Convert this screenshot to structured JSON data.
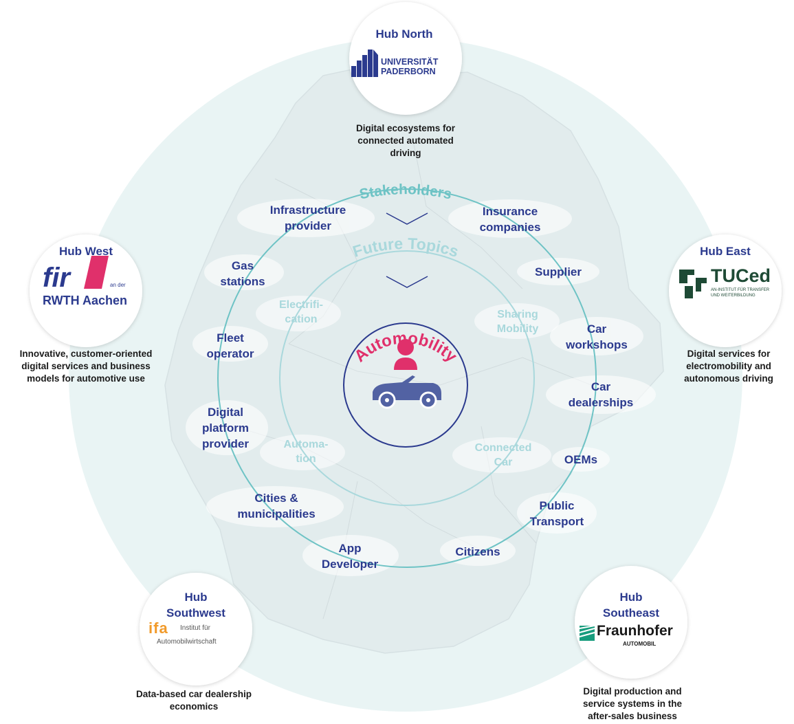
{
  "colors": {
    "navy": "#2b3a8e",
    "teal": "#6ec3c5",
    "teal_light": "#a9d8dc",
    "magenta": "#e0306b",
    "car": "#5262a3",
    "bg_disc": "#e9f4f4"
  },
  "rings": {
    "stakeholders_label": "Stakeholders",
    "future_topics_label": "Future Topics",
    "center_label": "Automobility"
  },
  "icons": [
    "person-icon",
    "car-icon",
    "chevron-down-icon"
  ],
  "stakeholders": [
    {
      "id": "infrastructure",
      "line1": "Infrastructure",
      "line2": "provider",
      "line3": ""
    },
    {
      "id": "insurance",
      "line1": "Insurance",
      "line2": "companies",
      "line3": ""
    },
    {
      "id": "gas",
      "line1": "Gas",
      "line2": "stations",
      "line3": ""
    },
    {
      "id": "supplier",
      "line1": "Supplier",
      "line2": "",
      "line3": ""
    },
    {
      "id": "fleet",
      "line1": "Fleet",
      "line2": "operator",
      "line3": ""
    },
    {
      "id": "workshops",
      "line1": "Car",
      "line2": "workshops",
      "line3": ""
    },
    {
      "id": "dealerships",
      "line1": "Car",
      "line2": "dealerships",
      "line3": ""
    },
    {
      "id": "platform",
      "line1": "Digital",
      "line2": "platform",
      "line3": "provider"
    },
    {
      "id": "oems",
      "line1": "OEMs",
      "line2": "",
      "line3": ""
    },
    {
      "id": "cities",
      "line1": "Cities &",
      "line2": "municipalities",
      "line3": ""
    },
    {
      "id": "public",
      "line1": "Public",
      "line2": "Transport",
      "line3": ""
    },
    {
      "id": "app",
      "line1": "App",
      "line2": "Developer",
      "line3": ""
    },
    {
      "id": "citizens",
      "line1": "Citizens",
      "line2": "",
      "line3": ""
    }
  ],
  "topics": [
    {
      "id": "electrification",
      "line1": "Electrifi-",
      "line2": "cation"
    },
    {
      "id": "sharing",
      "line1": "Sharing",
      "line2": "Mobility"
    },
    {
      "id": "automation",
      "line1": "Automa-",
      "line2": "tion"
    },
    {
      "id": "connected",
      "line1": "Connected",
      "line2": "Car"
    }
  ],
  "hubs": {
    "north": {
      "title": "Hub North",
      "logo_line1": "UNIVERSITÄT",
      "logo_line2": "PADERBORN",
      "desc1": "Digital ecosystems for",
      "desc2": "connected automated",
      "desc3": "driving"
    },
    "west": {
      "title": "Hub West",
      "logo_mark": "fir",
      "logo_small1": "an der",
      "logo_line2": "RWTH Aachen",
      "desc1": "Innovative, customer-oriented",
      "desc2": "digital services and business",
      "desc3": "models for automotive use"
    },
    "east": {
      "title": "Hub East",
      "logo_line1": "TUCed",
      "logo_small1": "AN-INSTITUT FÜR TRANSFER",
      "logo_small2": "UND WEITERBILDUNG",
      "desc1": "Digital services for",
      "desc2": "electromobility and",
      "desc3": "autonomous driving"
    },
    "southwest": {
      "title1": "Hub",
      "title2": "Southwest",
      "logo_mark": "ifa",
      "logo_line1": "Institut für",
      "logo_line2": "Automobilwirtschaft",
      "desc1": "Data-based car dealership",
      "desc2": "economics"
    },
    "southeast": {
      "title1": "Hub",
      "title2": "Southeast",
      "logo_line1": "Fraunhofer",
      "logo_line2": "AUTOMOBIL",
      "desc1": "Digital production and",
      "desc2": "service systems in the",
      "desc3": "after-sales business"
    }
  }
}
